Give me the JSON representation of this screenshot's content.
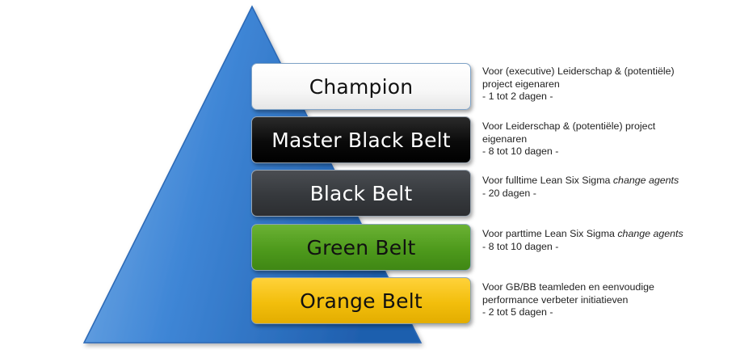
{
  "colors": {
    "pyramid_light": "#7fb2e8",
    "pyramid_mid": "#3f86d6",
    "pyramid_dark": "#1f5fae",
    "pyramid_edge": "#2a67b5",
    "champion": "#ffffff",
    "master_black_belt": "#000000",
    "black_belt": "#36393d",
    "green_belt": "#4e9a1c",
    "orange_belt": "#f2be0c"
  },
  "levels": [
    {
      "label": "Champion",
      "description": {
        "line1": "Voor (executive) Leiderschap & (potentiële)",
        "line2": "project eigenaren",
        "duration": "- 1 tot 2 dagen -"
      }
    },
    {
      "label": "Master Black Belt",
      "description": {
        "line1": "Voor Leiderschap & (potentiële) project",
        "line2": "eigenaren",
        "duration": "- 8 tot 10 dagen -"
      }
    },
    {
      "label": "Black Belt",
      "description": {
        "line1_prefix": "Voor fulltime Lean Six Sigma ",
        "line1_em": "change agents",
        "duration": "- 20 dagen -"
      }
    },
    {
      "label": "Green Belt",
      "description": {
        "line1_prefix": "Voor parttime Lean Six Sigma ",
        "line1_em": "change agents",
        "duration": "- 8 tot 10 dagen -"
      }
    },
    {
      "label": "Orange Belt",
      "description": {
        "line1": "Voor GB/BB teamleden en eenvoudige",
        "line2": "performance verbeter initiatieven",
        "duration": "- 2 tot 5 dagen -"
      }
    }
  ]
}
